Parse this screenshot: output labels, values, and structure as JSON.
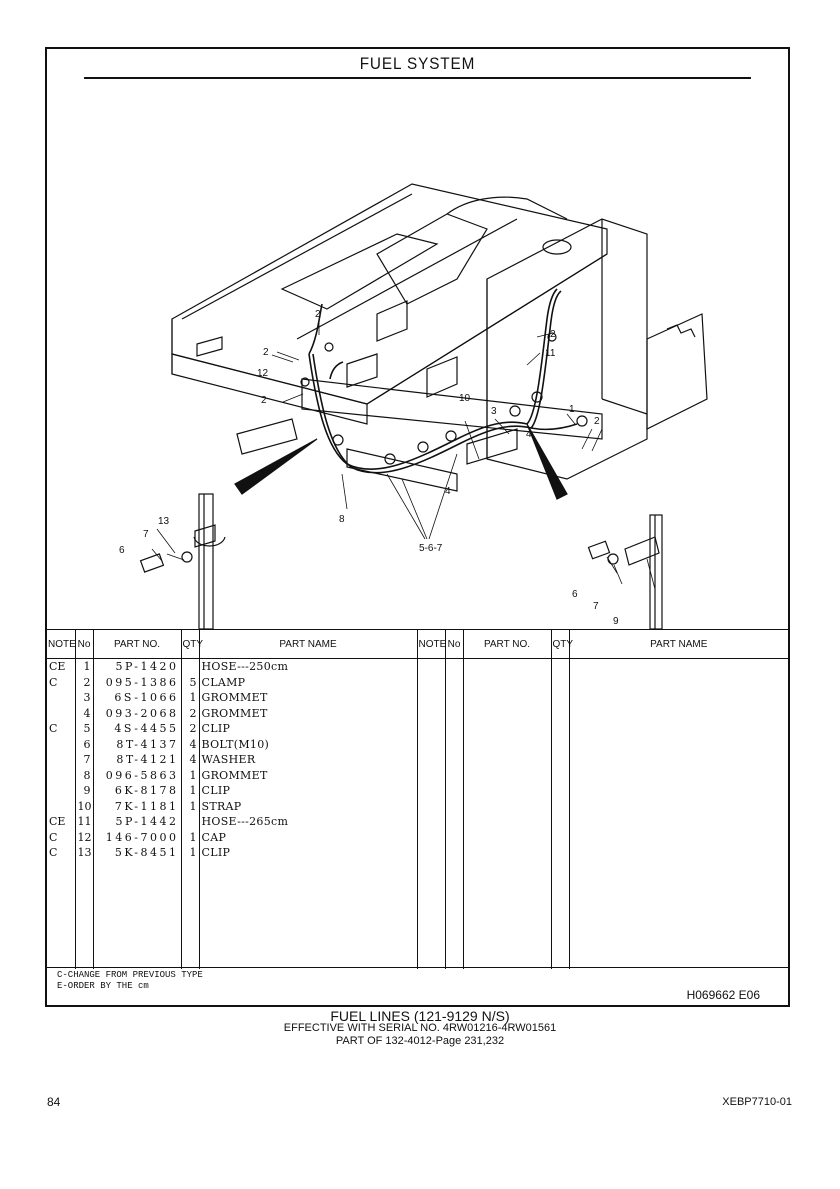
{
  "title": "FUEL SYSTEM",
  "drawing_labels": {
    "l1": "1",
    "l2a": "2",
    "l2b": "2",
    "l2c": "2",
    "l2d": "2",
    "l2e": "2",
    "l3": "3",
    "l4a": "4",
    "l4b": "4",
    "l567": "5-6-7",
    "l6a": "6",
    "l6b": "6",
    "l7a": "7",
    "l7b": "7",
    "l8": "8",
    "l9": "9",
    "l10": "10",
    "l11": "11",
    "l12": "12",
    "l13": "13"
  },
  "table": {
    "headers": {
      "note": "NOTE",
      "no": "No",
      "part_no": "PART NO.",
      "qty": "QTY",
      "part_name": "PART NAME"
    },
    "rows": [
      {
        "note": "CE",
        "no": "1",
        "part_no": "5P-1420",
        "qty": "",
        "name": "HOSE---250cm"
      },
      {
        "note": "C",
        "no": "2",
        "part_no": "095-1386",
        "qty": "5",
        "name": "CLAMP"
      },
      {
        "note": "",
        "no": "3",
        "part_no": "6S-1066",
        "qty": "1",
        "name": "GROMMET"
      },
      {
        "note": "",
        "no": "4",
        "part_no": "093-2068",
        "qty": "2",
        "name": "GROMMET"
      },
      {
        "note": "C",
        "no": "5",
        "part_no": "4S-4455",
        "qty": "2",
        "name": "CLIP"
      },
      {
        "note": "",
        "no": "6",
        "part_no": "8T-4137",
        "qty": "4",
        "name": "BOLT(M10)"
      },
      {
        "note": "",
        "no": "7",
        "part_no": "8T-4121",
        "qty": "4",
        "name": "WASHER"
      },
      {
        "note": "",
        "no": "8",
        "part_no": "096-5863",
        "qty": "1",
        "name": "GROMMET"
      },
      {
        "note": "",
        "no": "9",
        "part_no": "6K-8178",
        "qty": "1",
        "name": "CLIP"
      },
      {
        "note": "",
        "no": "10",
        "part_no": "7K-1181",
        "qty": "1",
        "name": "STRAP"
      },
      {
        "note": "CE",
        "no": "11",
        "part_no": "5P-1442",
        "qty": "",
        "name": "HOSE---265cm"
      },
      {
        "note": "C",
        "no": "12",
        "part_no": "146-7000",
        "qty": "1",
        "name": "CAP"
      },
      {
        "note": "C",
        "no": "13",
        "part_no": "5K-8451",
        "qty": "1",
        "name": "CLIP"
      }
    ]
  },
  "legend": {
    "line1": "C-CHANGE FROM PREVIOUS TYPE",
    "line2": "E-ORDER BY THE cm"
  },
  "drawing_number": "H069662 E06",
  "caption": {
    "line1": "FUEL LINES (121-9129 N/S)",
    "line2": "EFFECTIVE WITH SERIAL NO. 4RW01216-4RW01561",
    "line3": "PART OF 132-4012-Page 231,232"
  },
  "page_number": "84",
  "document_number": "XEBP7710-01"
}
